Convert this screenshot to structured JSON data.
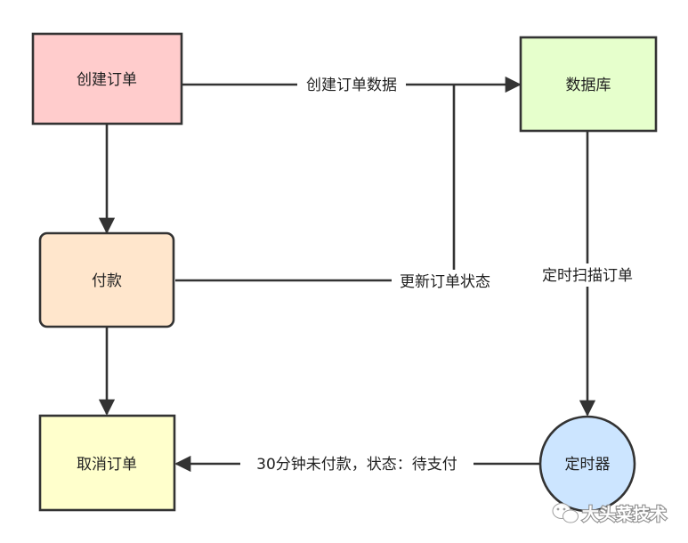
{
  "nodes": {
    "create_order": {
      "label": "创建订单",
      "fill": "#ffcccc"
    },
    "database": {
      "label": "数据库",
      "fill": "#e6ffcc"
    },
    "payment": {
      "label": "付款",
      "fill": "#ffe6cc"
    },
    "cancel_order": {
      "label": "取消订单",
      "fill": "#ffffcc"
    },
    "timer": {
      "label": "定时器",
      "fill": "#cce5ff"
    }
  },
  "edges": {
    "create_data": "创建订单数据",
    "update_status": "更新订单状态",
    "timed_scan": "定时扫描订单",
    "unpaid_30": "30分钟未付款，状态：待支付"
  },
  "watermark": {
    "text": "大头菜技术",
    "icon": "wechat-icon"
  },
  "colors": {
    "stroke": "#333333"
  }
}
